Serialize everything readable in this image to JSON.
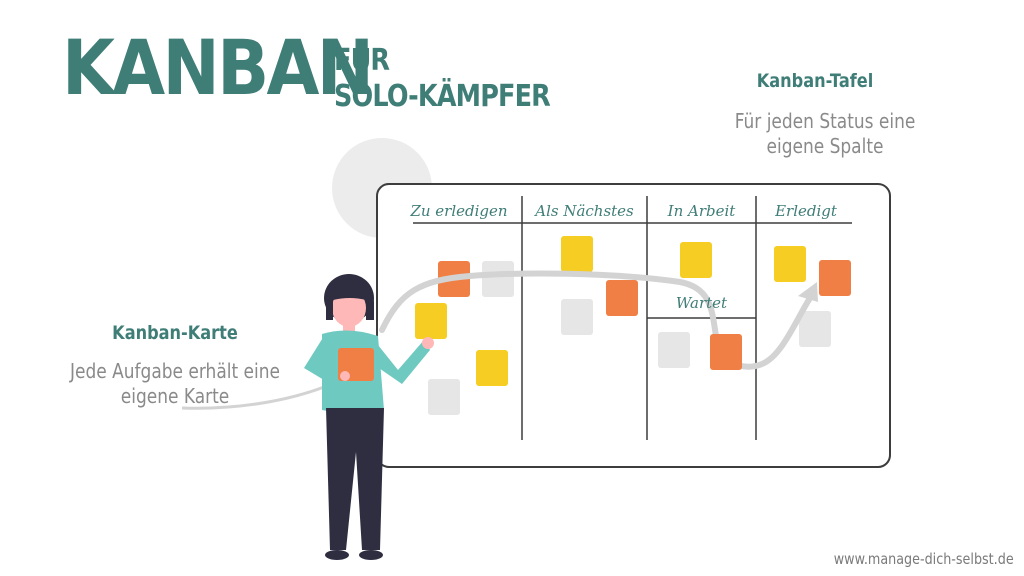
{
  "header": {
    "title_main": "KANBAN",
    "title_line1": "FÜR",
    "title_line2": "SOLO-KÄMPFER"
  },
  "annotations": {
    "board": {
      "heading": "Kanban-Tafel",
      "line1": "Für jeden Status eine",
      "line2": "eigene Spalte"
    },
    "card": {
      "heading": "Kanban-Karte",
      "line1": "Jede Aufgabe erhält eine",
      "line2": "eigene Karte"
    }
  },
  "board": {
    "columns": [
      {
        "label": "Zu erledigen"
      },
      {
        "label": "Als Nächstes"
      },
      {
        "label": "In Arbeit"
      },
      {
        "label": "Erledigt"
      }
    ],
    "sub_label": "Wartet"
  },
  "colors": {
    "teal": "#3f7d77",
    "orange": "#f07f45",
    "yellow": "#f5cd23",
    "grey_card": "#e6e6e6",
    "arrow": "#d3d3d3"
  },
  "footer": {
    "website": "www.manage-dich-selbst.de"
  }
}
